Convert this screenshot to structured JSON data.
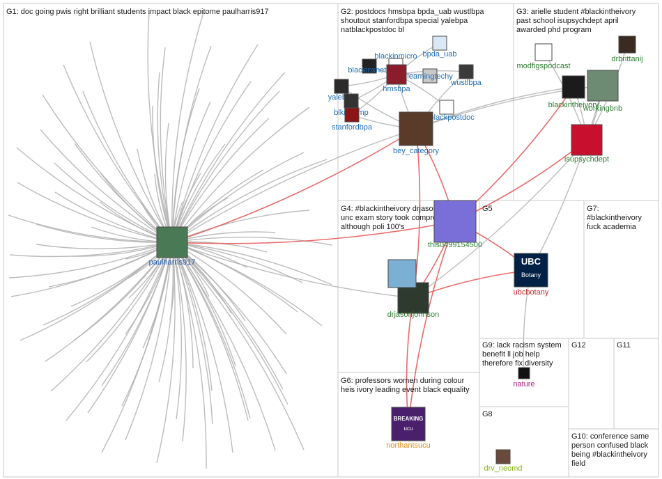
{
  "groups": [
    {
      "id": "G1",
      "lines": [
        "G1: doc going pwis right brilliant students impact black epitome paulharris917"
      ]
    },
    {
      "id": "G2",
      "lines": [
        "G2: postdocs hmsbpa bpda_uab wustlbpa",
        "shoutout stanfordbpa special yalebpa",
        "natblackpostdoc bl"
      ]
    },
    {
      "id": "G3",
      "lines": [
        "G3: arielle student #blackintheivory",
        "past school isupsychdept april",
        "awarded phd program"
      ]
    },
    {
      "id": "G4",
      "lines": [
        "G4: #blackintheivory drjasonjohnson",
        "unc exam story took comprehensive",
        "although poli 100's"
      ]
    },
    {
      "id": "G5",
      "lines": [
        "G5"
      ]
    },
    {
      "id": "G6",
      "lines": [
        "G6: professors women during colour",
        "heis ivory leading event black equality"
      ]
    },
    {
      "id": "G7",
      "lines": [
        "G7:",
        "#blackintheivory",
        "fuck academia"
      ]
    },
    {
      "id": "G8",
      "lines": [
        "G8"
      ]
    },
    {
      "id": "G9",
      "lines": [
        "G9: lack racism system",
        "benefit ll job help",
        "therefore fix diversity"
      ]
    },
    {
      "id": "G10",
      "lines": [
        "G10: conference same",
        "person confused black",
        "being #blackintheivory",
        "field"
      ]
    },
    {
      "id": "G11",
      "lines": [
        "G11"
      ]
    },
    {
      "id": "G12",
      "lines": [
        "G12"
      ]
    }
  ],
  "nodes": [
    {
      "id": "paulharris917",
      "label": "paulharris917",
      "color": "#1f5aa8",
      "fill": "#4a7a55"
    },
    {
      "id": "blackinmicro",
      "label": "blackinmicro",
      "color": "#1f6fb5",
      "fill": "#ffffff"
    },
    {
      "id": "bpda_uab",
      "label": "bpda_uab",
      "color": "#1f6fb5",
      "fill": "#d9e8f5"
    },
    {
      "id": "blackinxneto",
      "label": "blackinxneto",
      "color": "#1f6fb5",
      "fill": "#222222"
    },
    {
      "id": "hmsbpa",
      "label": "hmsbpa",
      "color": "#1f6fb5",
      "fill": "#8a1c2b"
    },
    {
      "id": "learningtechy",
      "label": "learningtechy",
      "color": "#1f6fb5",
      "fill": "#c9c9c9"
    },
    {
      "id": "wustlbpa",
      "label": "wustlbpa",
      "color": "#1f6fb5",
      "fill": "#3a3a3a"
    },
    {
      "id": "yalebpa",
      "label": "yalebpa",
      "color": "#1f6fb5",
      "fill": "#2b2b2b"
    },
    {
      "id": "blkincomp",
      "label": "blkincomp",
      "color": "#1f6fb5",
      "fill": "#333333"
    },
    {
      "id": "natblackpostdoc",
      "label": "natblackpostdoc",
      "color": "#1f6fb5",
      "fill": "#ffffff"
    },
    {
      "id": "stanfordbpa",
      "label": "stanfordbpa",
      "color": "#1f6fb5",
      "fill": "#8c1515"
    },
    {
      "id": "bey_category",
      "label": "bey_category",
      "color": "#1f6fb5",
      "fill": "#5a3b2a"
    },
    {
      "id": "modfigspodcast",
      "label": "modfigspodcast",
      "color": "#2e7d32",
      "fill": "#ffffff"
    },
    {
      "id": "drbrittanij",
      "label": "drbrittanij",
      "color": "#2e7d32",
      "fill": "#3b2a22"
    },
    {
      "id": "blackintheivory",
      "label": "blackintheivory",
      "color": "#2e7d32",
      "fill": "#1b1b1b"
    },
    {
      "id": "workingbnb",
      "label": "workingbnb",
      "color": "#2e7d32",
      "fill": "#6d8a73"
    },
    {
      "id": "isupsychdept",
      "label": "isupsychdept",
      "color": "#2e7d32",
      "fill": "#c8102e"
    },
    {
      "id": "this0499154500",
      "label": "this0499154500",
      "color": "#2e7d32",
      "fill": "#7a6ed8"
    },
    {
      "id": "drjasonjohnson",
      "label": "drjasonjohnson",
      "color": "#2e7d32",
      "fill": "#2f3a2f"
    },
    {
      "id": "unc",
      "label": "",
      "color": "#2e7d32",
      "fill": "#7bafd4"
    },
    {
      "id": "ubcbotany",
      "label": "ubcbotany",
      "color": "#c62828",
      "fill": "#002145"
    },
    {
      "id": "northantsucu",
      "label": "northantsucu",
      "color": "#e6891a",
      "fill": "#4a1f6b"
    },
    {
      "id": "nature",
      "label": "nature",
      "color": "#b0187a",
      "fill": "#111111"
    },
    {
      "id": "drv_neomd",
      "label": "drv_neomd",
      "color": "#8ab31a",
      "fill": "#6a4a3a"
    }
  ],
  "badges": {
    "ubc_line1": "UBC",
    "ubc_line2": "Botany",
    "breaking_line1": "BREAKING",
    "breaking_line2": "ucu"
  }
}
